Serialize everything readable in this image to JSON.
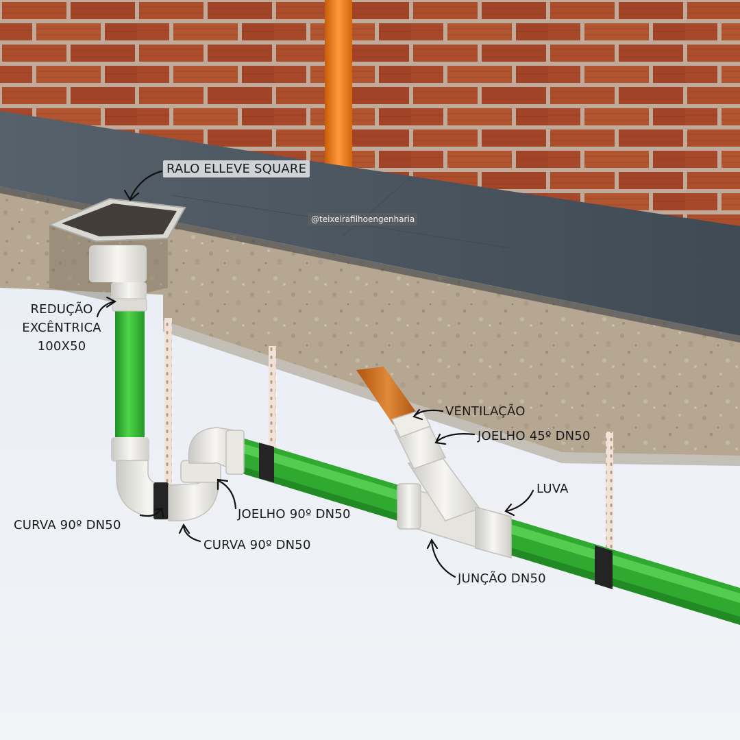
{
  "labels": {
    "ralo": "RALO ELLEVE SQUARE",
    "reducao_l1": "REDUÇÃO",
    "reducao_l2": "EXCÊNTRICA",
    "reducao_l3": "100X50",
    "ventilacao": "VENTILAÇÃO",
    "joelho45": "JOELHO 45º DN50",
    "luva": "LUVA",
    "joelho90": "JOELHO 90º DN50",
    "curva90_left": "CURVA 90º DN50",
    "curva90_bottom": "CURVA 90º DN50",
    "juncao": "JUNÇÃO DN50"
  },
  "watermark": "@teixeirafilhoengenharia",
  "colors": {
    "brick": "#b4532e",
    "mortar": "#c9b8a8",
    "slab_top": "#4b5660",
    "concrete": "#b5a792",
    "pipe_green": "#3cc23c",
    "pipe_white": "#eae9e5",
    "vent_orange": "#f07a16",
    "background": "#eef1f7"
  },
  "icons": {
    "pointer": "curved-arrow-icon",
    "drain": "square-drain-icon",
    "hanger": "perforated-strap-icon",
    "clamp": "pipe-clamp-icon"
  }
}
